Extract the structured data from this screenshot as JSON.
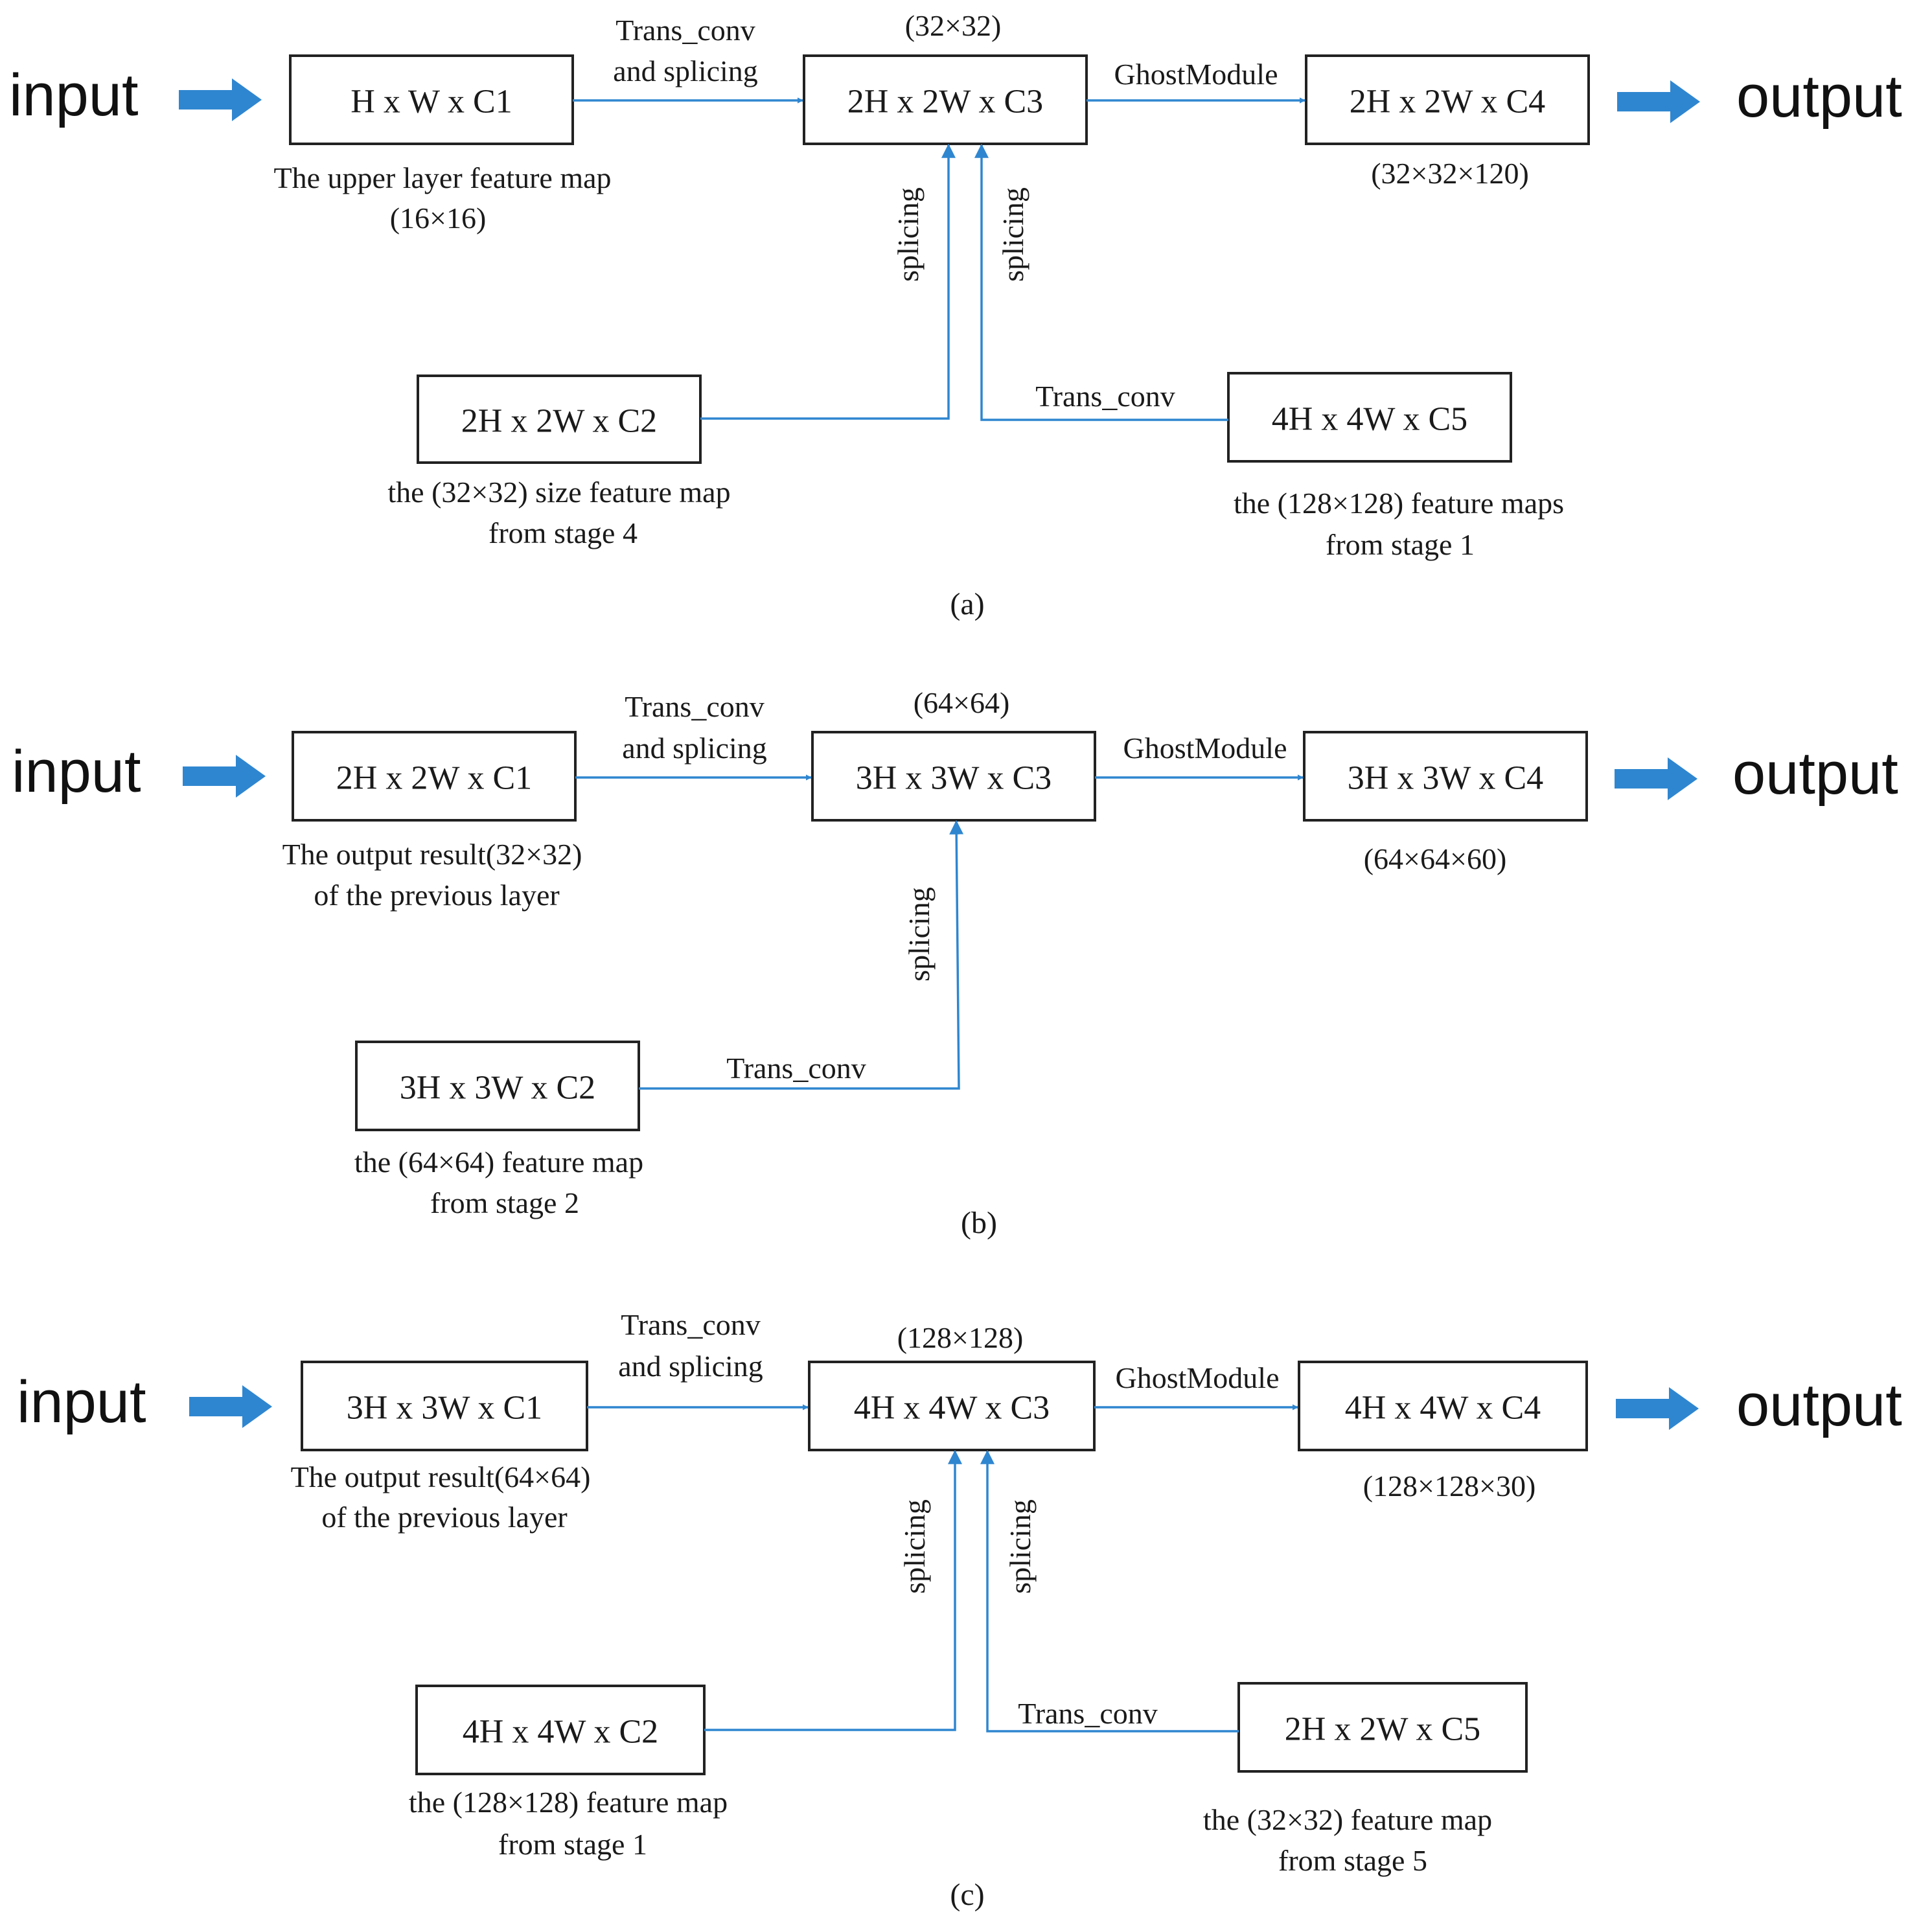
{
  "accent_color": "#2f86d0",
  "arrow_icon": "thick-right-arrow",
  "panels": {
    "a": {
      "input_label": "input",
      "output_label": "output",
      "caption": "(a)",
      "box_c1": "H x W x C1",
      "box_c3": "2H x 2W x C3",
      "box_c4": "2H x 2W x C4",
      "box_c2": "2H x 2W x C2",
      "box_c5": "4H x 4W x C5",
      "edge_top_line1": "Trans_conv",
      "edge_top_line2": "and splicing",
      "size_c3": "(32×32)",
      "edge_ghost": "GhostModule",
      "c1_desc_line1": "The upper layer feature map",
      "c1_desc_line2": "(16×16)",
      "c4_desc": "(32×32×120)",
      "splice_left": "splicing",
      "splice_right": "splicing",
      "edge_c5": "Trans_conv",
      "c2_desc_line1": "the (32×32) size feature map",
      "c2_desc_line2": "from stage 4",
      "c5_desc_line1": "the (128×128) feature maps",
      "c5_desc_line2": "from stage 1"
    },
    "b": {
      "input_label": "input",
      "output_label": "output",
      "caption": "(b)",
      "box_c1": "2H x 2W x C1",
      "box_c3": "3H x 3W x C3",
      "box_c4": "3H x 3W x C4",
      "box_c2": "3H x 3W x C2",
      "edge_top_line1": "Trans_conv",
      "edge_top_line2": "and splicing",
      "size_c3": "(64×64)",
      "edge_ghost": "GhostModule",
      "c1_desc_line1": "The output result(32×32)",
      "c1_desc_line2": "of the previous layer",
      "c4_desc": "(64×64×60)",
      "splice": "splicing",
      "edge_c2": "Trans_conv",
      "c2_desc_line1": "the (64×64) feature map",
      "c2_desc_line2": "from stage 2"
    },
    "c": {
      "input_label": "input",
      "output_label": "output",
      "caption": "(c)",
      "box_c1": "3H x 3W x C1",
      "box_c3": "4H x 4W x C3",
      "box_c4": "4H x 4W x C4",
      "box_c2": "4H x 4W x C2",
      "box_c5": "2H x 2W x C5",
      "edge_top_line1": "Trans_conv",
      "edge_top_line2": "and splicing",
      "size_c3": "(128×128)",
      "edge_ghost": "GhostModule",
      "c1_desc_line1": "The output result(64×64)",
      "c1_desc_line2": "of the previous layer",
      "c4_desc": "(128×128×30)",
      "splice_left": "splicing",
      "splice_right": "splicing",
      "edge_c5": "Trans_conv",
      "c2_desc_line1": "the (128×128) feature map",
      "c2_desc_line2": "from stage 1",
      "c5_desc_line1": "the (32×32) feature map",
      "c5_desc_line2": "from stage 5"
    }
  }
}
